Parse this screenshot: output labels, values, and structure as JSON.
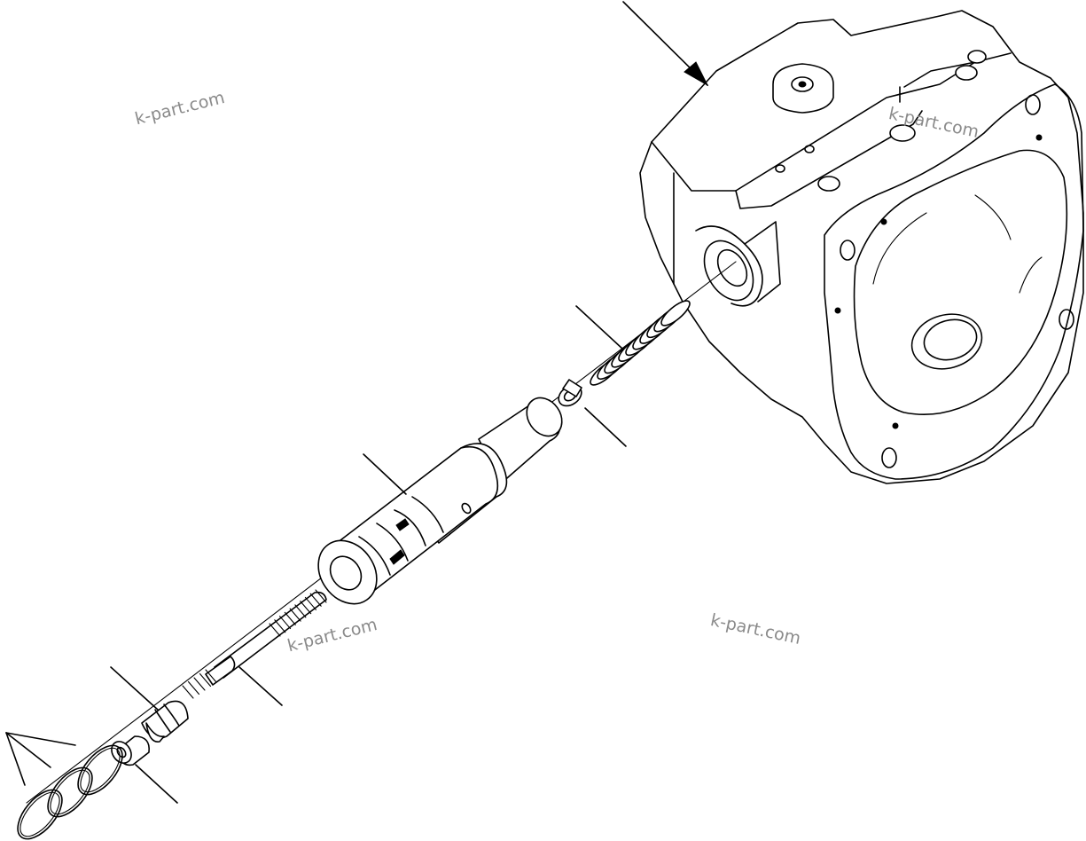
{
  "watermarks": [
    "k-part.com",
    "k-part.com",
    "k-part.com",
    "k-part.com"
  ],
  "colors": {
    "line": "#000000",
    "watermark": "#8a8a8a",
    "background": "#ffffff"
  }
}
